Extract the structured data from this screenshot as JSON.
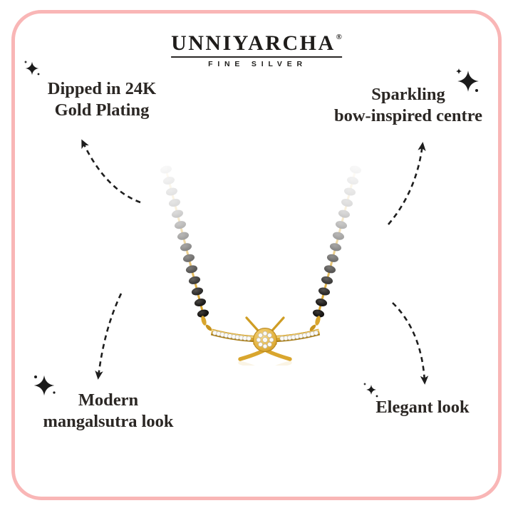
{
  "brand": {
    "name": "UNNIYARCHA",
    "registered_mark": "®",
    "tagline": "FINE SILVER"
  },
  "callouts": {
    "top_left": {
      "line1": "Dipped in 24K",
      "line2": "Gold Plating"
    },
    "top_right": {
      "line1": "Sparkling",
      "line2": "bow-inspired centre"
    },
    "bottom_left": {
      "line1": "Modern",
      "line2": "mangalsutra look"
    },
    "bottom_right": {
      "line1": "Elegant look"
    }
  },
  "icons": {
    "sparkle": "four-pointed-star-sparkle",
    "arrow": "dashed-curved-arrow"
  },
  "colors": {
    "background": "#ffffff",
    "frame_pink": "#f9b6b6",
    "text": "#2b2724",
    "arrow_black": "#1e1e1e",
    "gold": "#d9a62e",
    "gold_highlight": "#f3d57f",
    "gold_dark": "#a87c15",
    "bead_black": "#141210",
    "diamond_white": "#fbfaf6"
  }
}
